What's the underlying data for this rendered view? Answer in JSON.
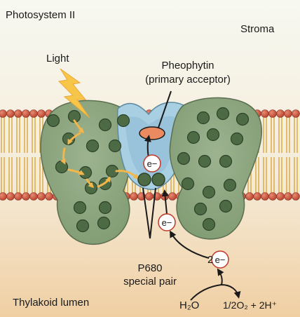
{
  "labels": {
    "title": "Photosystem II",
    "stroma": "Stroma",
    "light": "Light",
    "pheophytin_line1": "Pheophytin",
    "pheophytin_line2": "(primary acceptor)",
    "p680_line1": "P680",
    "p680_line2": "special pair",
    "lumen": "Thylakoid lumen",
    "electron": "e−",
    "two_electrons_coef": "2",
    "water": "H₂O",
    "products": "1/2O₂ + 2H⁺"
  },
  "colors": {
    "stroma_bg": "#f6f7ef",
    "lumen_bg": "#f1d5ae",
    "lipid_head": "#c8553e",
    "lipid_tail": "#d9a63c",
    "protein": "#8aa37c",
    "protein_dot": "#4c6b45",
    "center_blue": "#a7cde0",
    "pheophytin": "#e8875f",
    "energy_arrow": "#f0b84a",
    "lightning": "#f7c648"
  }
}
